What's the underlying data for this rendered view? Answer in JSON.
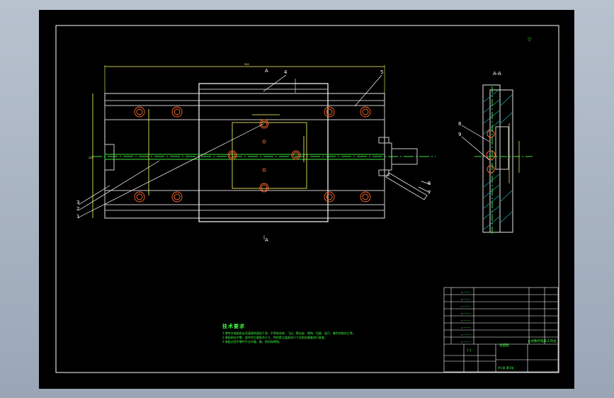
{
  "drawing": {
    "section_marker_top": "A",
    "section_marker_bottom": "A",
    "section_view_label": "A-A",
    "balloons": [
      "1",
      "2",
      "3",
      "4",
      "5",
      "6",
      "7",
      "8",
      "9"
    ],
    "roughness_note": "▽",
    "tech_title": "技术要求",
    "tech_lines": [
      "1.零件在装配前必须清理和清洗干净，不得有毛刺、飞边、氧化皮、锈蚀、切屑、油污、着色剂和灰尘等。",
      "2.装配前应对零、部件的主要配合尺寸，特别是过盈配合尺寸及相关精度进行复查。",
      "3.装配过程中零件不允许磕、碰、划伤和锈蚀。"
    ]
  },
  "title_block": {
    "part_name": "立式数控铣床工作台",
    "drawing_name": "装配图",
    "scale": "1:1",
    "sheet": "共1张 第1张"
  },
  "colors": {
    "sheet": "#000000",
    "frame": "#ffffff",
    "outline": "#e6e6e6",
    "dimension": "#ffff66",
    "centerline": "#40e040",
    "leader": "#ffffff",
    "hatch": "#20c0c0",
    "annotation": "#40ff40",
    "hole": "#ff6a2a"
  }
}
